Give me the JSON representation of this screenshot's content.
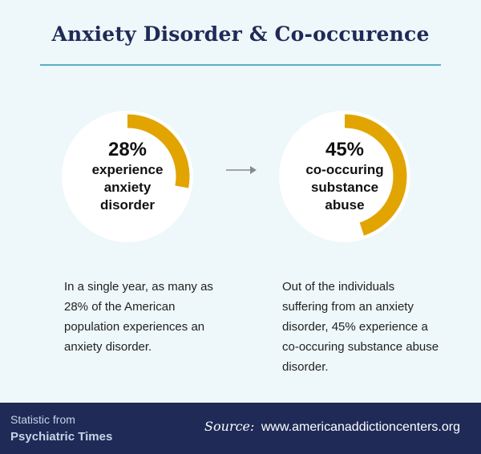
{
  "title": "Anxiety Disorder & Co-occurence",
  "stats": [
    {
      "value": "28%",
      "label": "experience anxiety disorder",
      "fraction": 0.28,
      "description": "In a single year, as many as 28% of the American population experiences an anxiety disorder."
    },
    {
      "value": "45%",
      "label": "co-occuring substance abuse",
      "fraction": 0.45,
      "description": "Out of the individuals suffering from an anxiety disorder, 45% experience a co-occuring substance abuse disorder."
    }
  ],
  "footer": {
    "credit_prefix": "Statistic from",
    "credit_publication": "Psychiatric Times",
    "source_label": "Source:",
    "source_url": "www.americanaddictioncenters.org"
  },
  "colors": {
    "ring": "#e2a400",
    "navy": "#1f2a57",
    "rule": "#5aaec7",
    "background": "#eef7f9"
  },
  "icons": [
    "arrow-right-icon"
  ]
}
